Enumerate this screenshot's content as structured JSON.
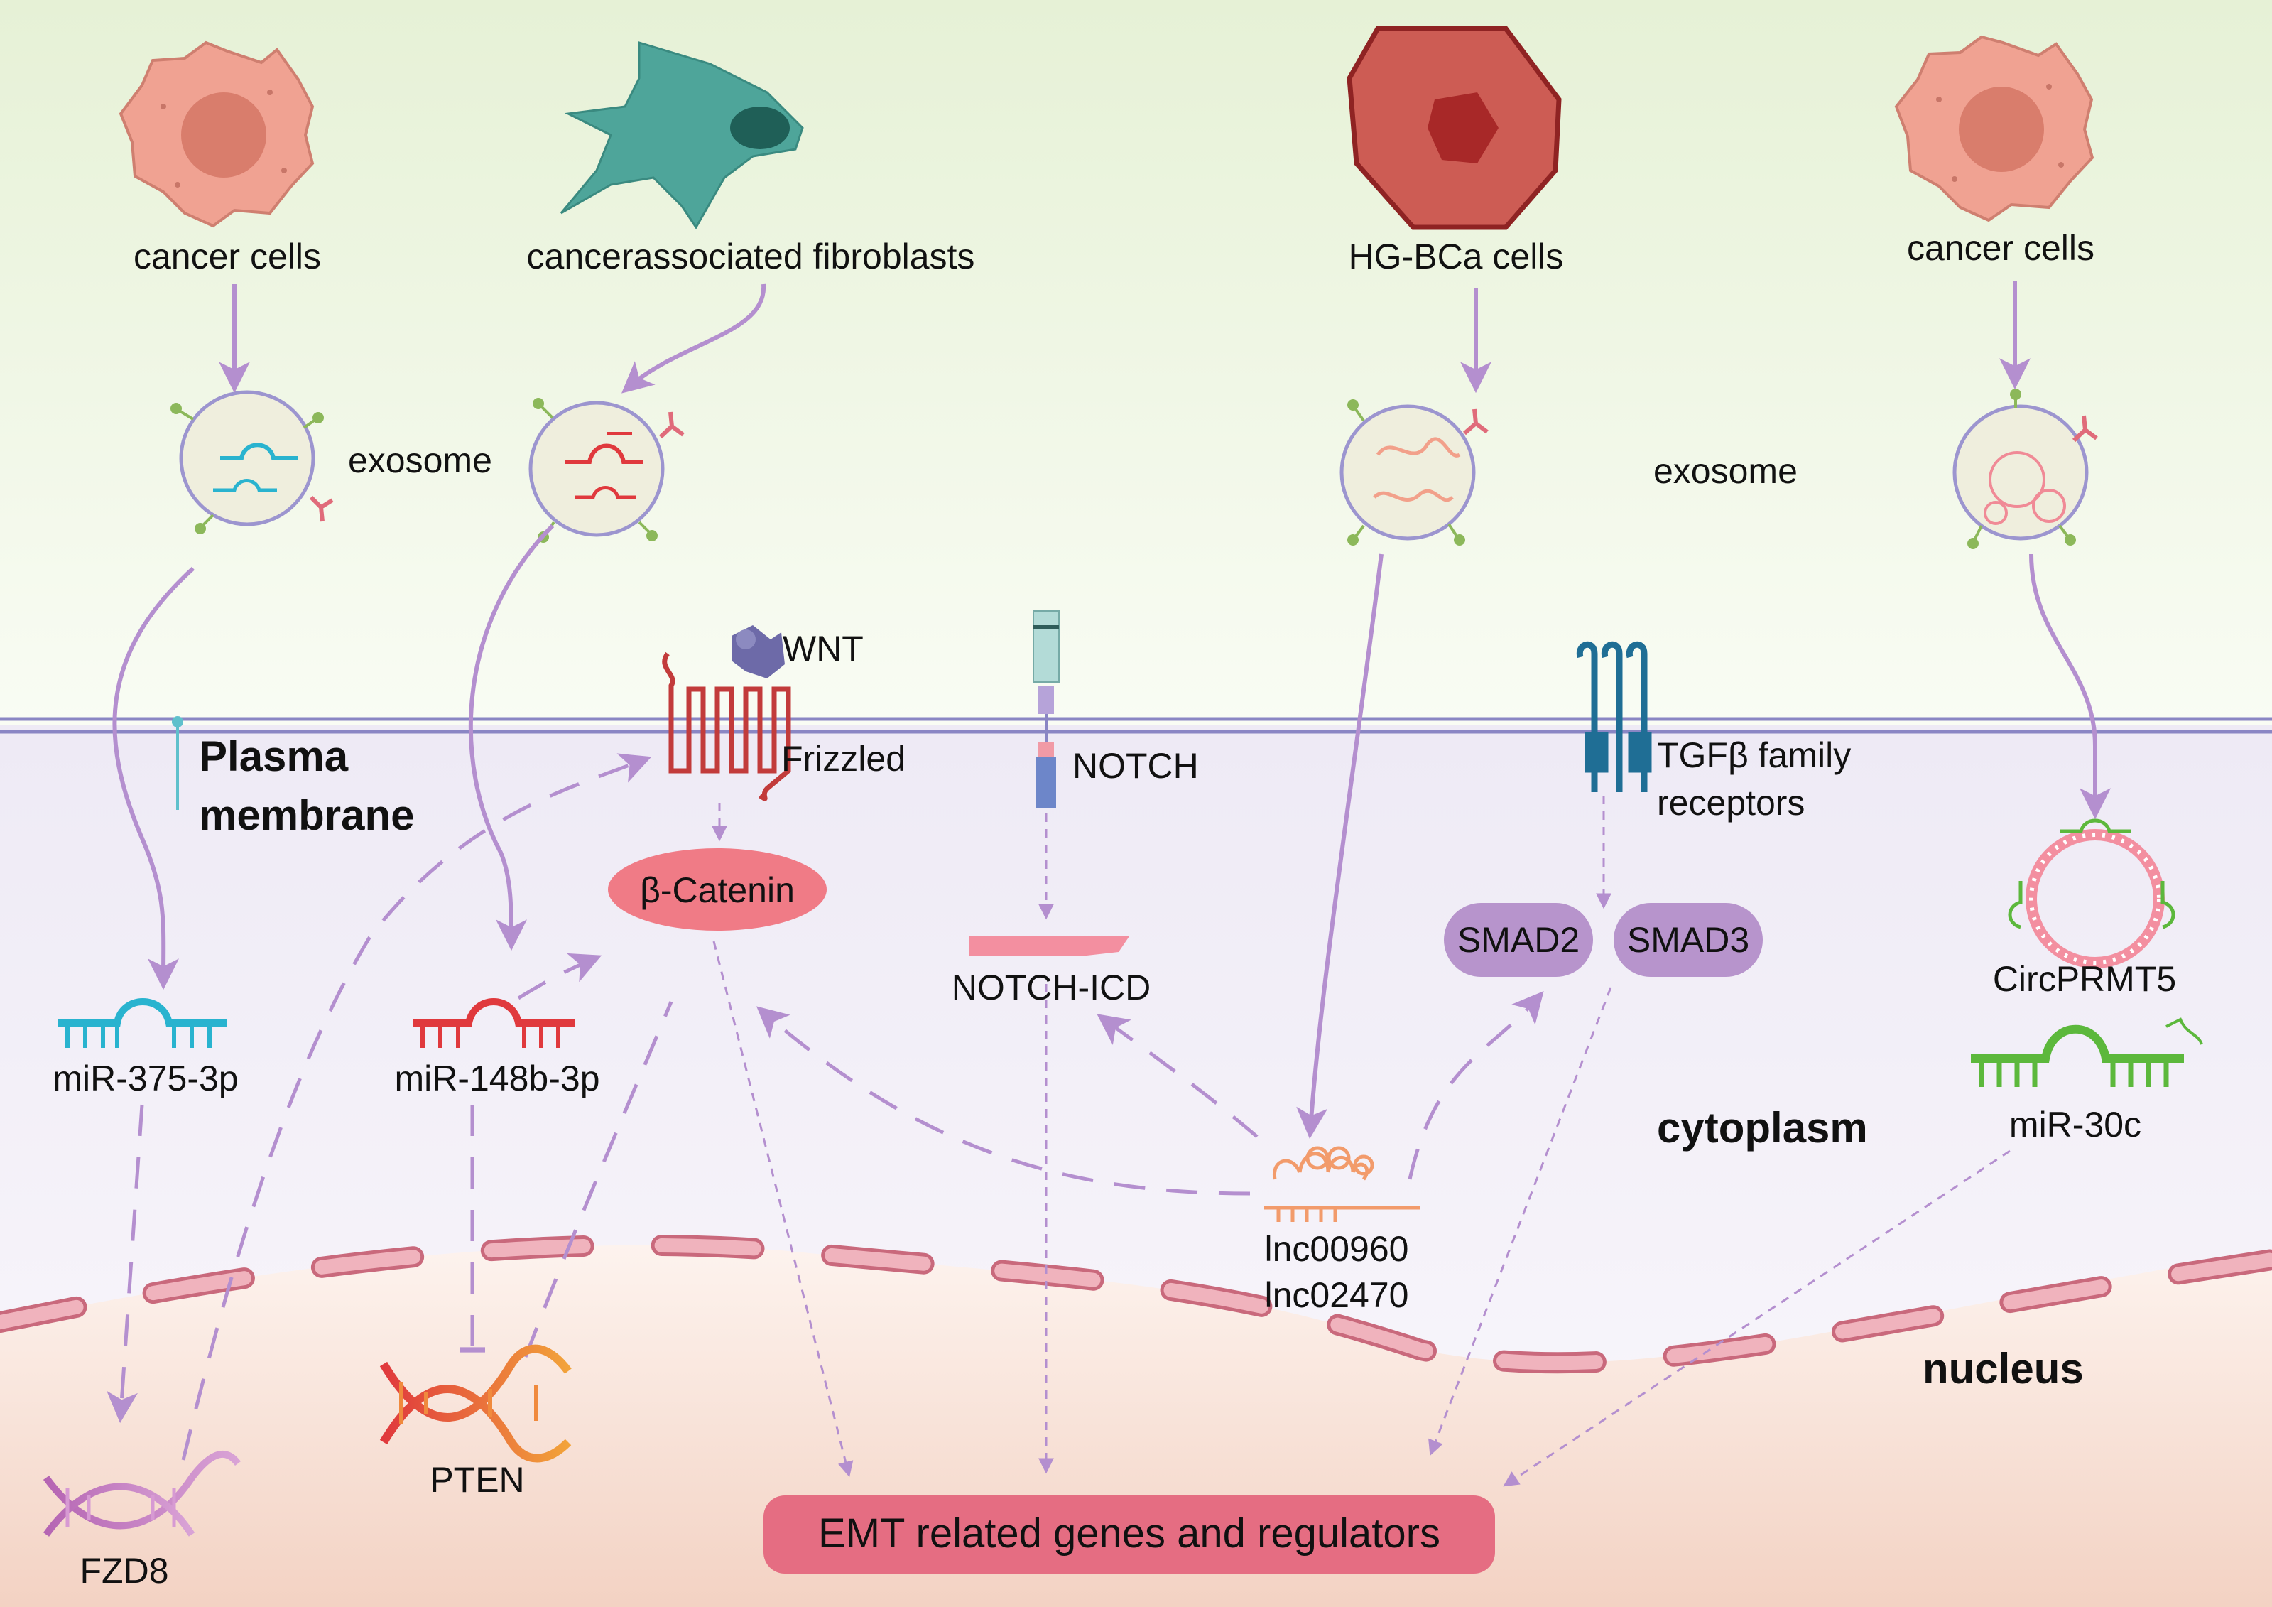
{
  "sources": {
    "cancer_cells_left": "cancer cells",
    "fibroblasts": "cancerassociated fibroblasts",
    "hgbca": "HG-BCa cells",
    "cancer_cells_right": "cancer cells"
  },
  "exosome_labels": [
    "exosome",
    "exosome"
  ],
  "compartments": {
    "membrane_line1": "Plasma",
    "membrane_line2": "membrane",
    "cytoplasm": "cytoplasm",
    "nucleus": "nucleus"
  },
  "receptors": {
    "wnt": "WNT",
    "frizzled": "Frizzled",
    "notch": "NOTCH",
    "tgf_line1": "TGFβ family",
    "tgf_line2": "receptors"
  },
  "signals": {
    "beta_catenin": "β-Catenin",
    "notch_icd": "NOTCH-ICD",
    "smad2": "SMAD2",
    "smad3": "SMAD3"
  },
  "rnas": {
    "mir375": "miR-375-3p",
    "mir148": "miR-148b-3p",
    "lnc_line1": "lnc00960",
    "lnc_line2": "lnc02470",
    "circprmt5": "CircPRMT5",
    "mir30c": "miR-30c"
  },
  "genes": {
    "fzd8": "FZD8",
    "pten": "PTEN"
  },
  "output": "EMT related genes and regulators",
  "colors": {
    "arrow": "#b48fcf",
    "mir375": "#29b3cf",
    "mir148": "#e0393d",
    "lnc": "#f29b6b",
    "mir30c": "#5cb83c",
    "catenin": "#f07b86",
    "smad": "#b794cc",
    "membrane": "#8a86c4",
    "emt_box": "#e56d82",
    "envelope": "#e79aa7"
  }
}
